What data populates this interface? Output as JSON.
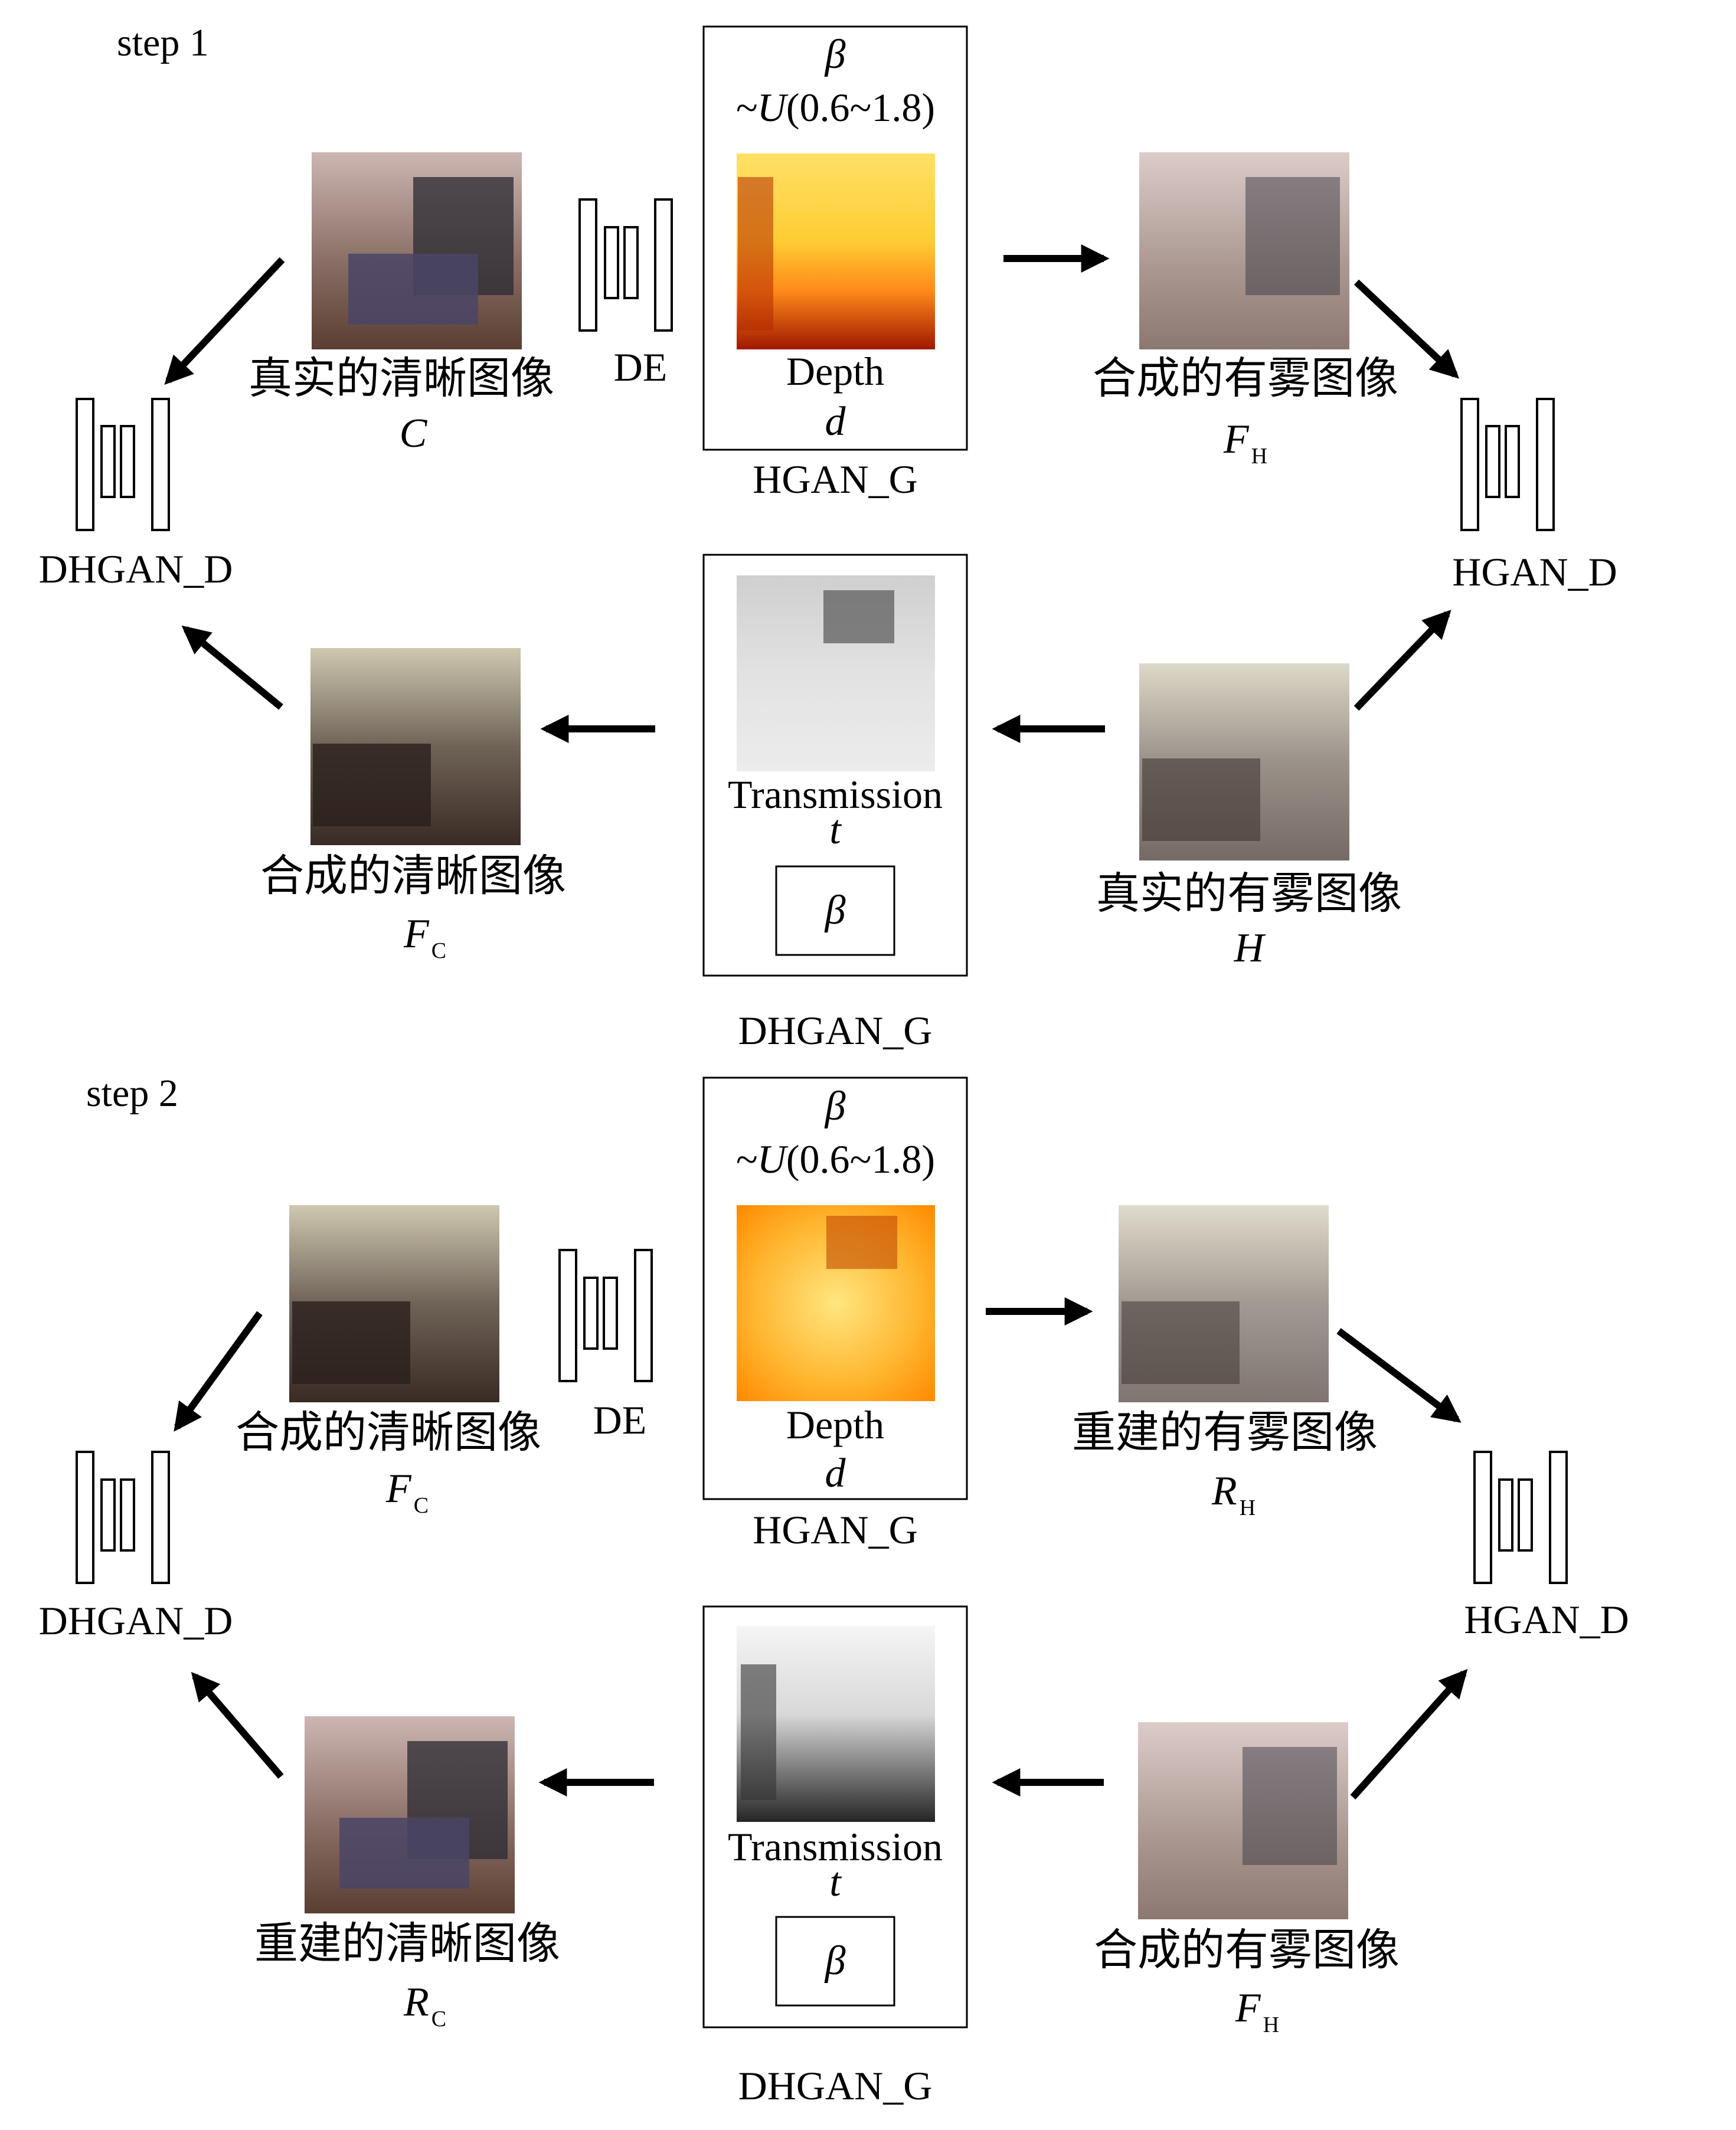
{
  "step1": {
    "label": "step 1",
    "beta": "β",
    "dist": "~U(0.6~1.8)",
    "depth": "Depth",
    "d": "d",
    "hgan_g": "HGAN_G",
    "de": "DE",
    "clear_real": "真实的清晰图像",
    "clear_real_sym": "C",
    "hazy_syn": "合成的有雾图像",
    "hazy_syn_sym": "F",
    "hazy_syn_sub": "H",
    "dhgan_d": "DHGAN_D",
    "hgan_d": "HGAN_D",
    "transmission": "Transmission",
    "t": "t",
    "beta_box": "β",
    "clear_syn": "合成的清晰图像",
    "clear_syn_sym": "F",
    "clear_syn_sub": "C",
    "hazy_real": "真实的有雾图像",
    "hazy_real_sym": "H",
    "dhgan_g": "DHGAN_G"
  },
  "step2": {
    "label": "step 2",
    "beta": "β",
    "dist": "~U(0.6~1.8)",
    "depth": "Depth",
    "d": "d",
    "hgan_g": "HGAN_G",
    "de": "DE",
    "clear_syn": "合成的清晰图像",
    "clear_syn_sym": "F",
    "clear_syn_sub": "C",
    "hazy_rec": "重建的有雾图像",
    "hazy_rec_sym": "R",
    "hazy_rec_sub": "H",
    "dhgan_d": "DHGAN_D",
    "hgan_d": "HGAN_D",
    "transmission": "Transmission",
    "t": "t",
    "beta_box": "β",
    "clear_rec": "重建的清晰图像",
    "clear_rec_sym": "R",
    "clear_rec_sub": "C",
    "hazy_syn": "合成的有雾图像",
    "hazy_syn_sym": "F",
    "hazy_syn_sub": "H",
    "dhgan_g": "DHGAN_G"
  }
}
